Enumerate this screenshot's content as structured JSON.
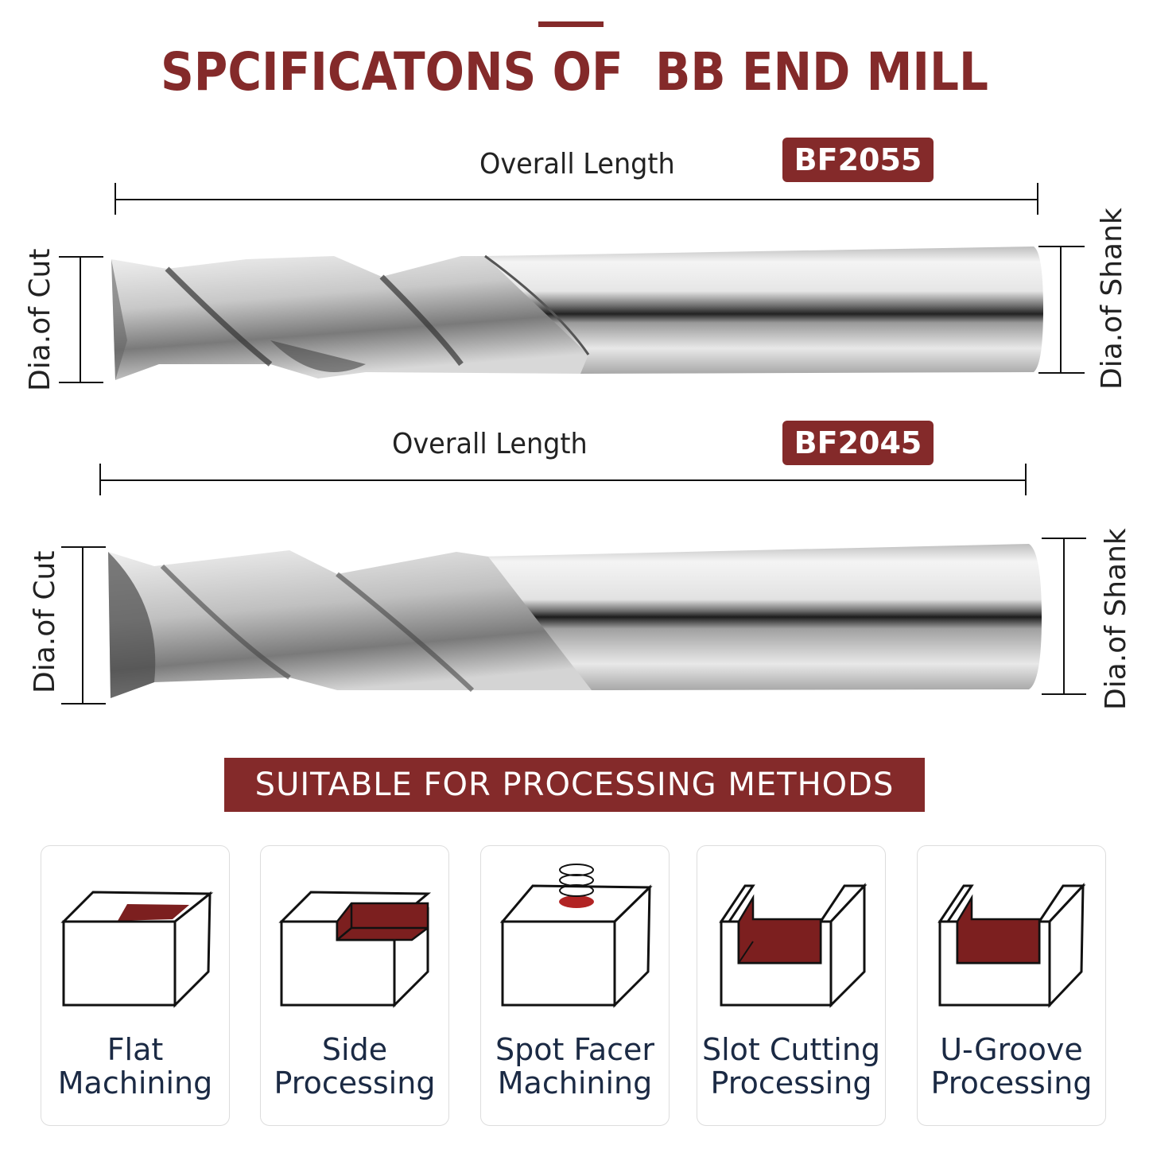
{
  "header": {
    "title": "SPCIFICATONS OF  BB END MILL"
  },
  "colors": {
    "accent": "#842a2a",
    "card_text": "#1b2a44",
    "label_text": "#222222",
    "card_border": "#dddddd"
  },
  "products": [
    {
      "model": "BF2055",
      "overall_length_label": "Overall Length",
      "dia_cut_label": "Dia.of Cut",
      "dia_shank_label": "Dia.of Shank",
      "image": "end-mill-photo"
    },
    {
      "model": "BF2045",
      "overall_length_label": "Overall Length",
      "dia_cut_label": "Dia.of Cut",
      "dia_shank_label": "Dia.of Shank",
      "image": "end-mill-photo"
    }
  ],
  "methods_section": {
    "title": "SUITABLE FOR PROCESSING METHODS",
    "items": [
      {
        "line1": "Flat",
        "line2": "Machining",
        "icon": "flat-machining-icon"
      },
      {
        "line1": "Side",
        "line2": "Processing",
        "icon": "side-processing-icon"
      },
      {
        "line1": "Spot Facer",
        "line2": "Machining",
        "icon": "spot-facer-icon"
      },
      {
        "line1": "Slot Cutting",
        "line2": "Processing",
        "icon": "slot-cutting-icon"
      },
      {
        "line1": "U-Groove",
        "line2": "Processing",
        "icon": "u-groove-icon"
      }
    ]
  }
}
